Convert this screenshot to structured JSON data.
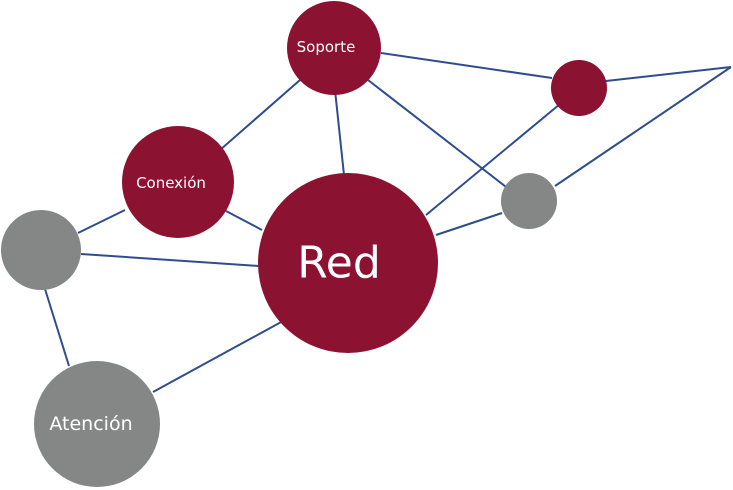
{
  "colors": {
    "primary": "#8b1230",
    "secondary": "#858786",
    "edge": "#2e4d8f",
    "label": "#ffffff"
  },
  "nodes": {
    "soporte": {
      "label": "Soporte",
      "color": "#8b1230"
    },
    "conexion": {
      "label": "Conexión",
      "color": "#8b1230"
    },
    "red": {
      "label": "Red",
      "color": "#8b1230"
    },
    "atencion": {
      "label": "Atención",
      "color": "#858786"
    },
    "small_maroon": {
      "label": "",
      "color": "#8b1230"
    },
    "small_gray": {
      "label": "",
      "color": "#858786"
    },
    "left_gray": {
      "label": "",
      "color": "#858786"
    }
  }
}
